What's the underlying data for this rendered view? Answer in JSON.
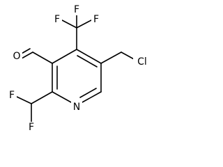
{
  "molecule": {
    "atoms": {
      "f_top": "F",
      "f_left": "F",
      "f_right": "F",
      "o": "O",
      "cl": "Cl",
      "n": "N",
      "f_lower_left": "F",
      "f_bottom": "F"
    }
  }
}
